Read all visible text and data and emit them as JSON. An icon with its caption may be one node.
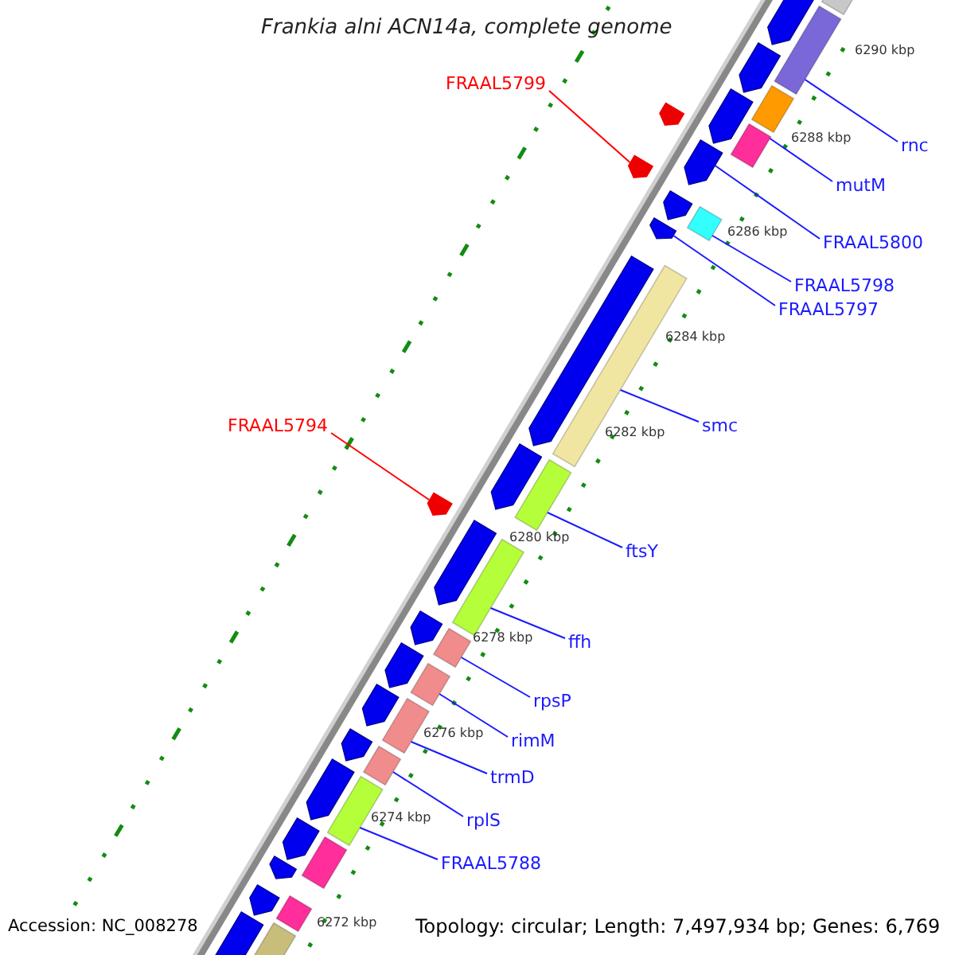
{
  "diagram": {
    "title": "Frankia alni ACN14a, complete genome",
    "nodes": [
      {
        "text": [
          "FRAAL5799"
        ]
      },
      {
        "text": [
          "rnc"
        ]
      },
      {
        "text": [
          "mutM"
        ]
      },
      {
        "text": [
          "FRAAL5800"
        ]
      },
      {
        "text": [
          "FRAAL5798"
        ]
      },
      {
        "text": [
          "FRAAL5797"
        ]
      },
      {
        "text": [
          "smc"
        ]
      },
      {
        "text": [
          "FRAAL5794"
        ]
      },
      {
        "text": [
          "ftsY"
        ]
      },
      {
        "text": [
          "ffh"
        ]
      },
      {
        "text": [
          "rpsP"
        ]
      },
      {
        "text": [
          "rimM"
        ]
      },
      {
        "text": [
          "trmD"
        ]
      },
      {
        "text": [
          "rplS"
        ]
      },
      {
        "text": [
          "FRAAL5788"
        ]
      },
      {
        "text": [],
        "shape": "bar"
      },
      {
        "text": [],
        "shape": "pentagon"
      },
      {
        "text": [],
        "shape": "bar"
      },
      {
        "text": [],
        "shape": "pentagon"
      },
      {
        "text": [],
        "shape": "bar"
      },
      {
        "text": [],
        "shape": "pentagon"
      },
      {
        "text": [],
        "shape": "pentagon"
      },
      {
        "text": [],
        "shape": "bar"
      },
      {
        "text": [],
        "shape": "pentagon"
      },
      {
        "text": [],
        "shape": "pentagon"
      },
      {
        "text": [],
        "shape": "pentagon"
      },
      {
        "text": [],
        "shape": "bar"
      },
      {
        "text": [],
        "shape": "pentagon"
      },
      {
        "text": [],
        "shape": "pentagon"
      },
      {
        "text": [],
        "shape": "bar"
      },
      {
        "text": [],
        "shape": "pentagon"
      },
      {
        "text": [],
        "shape": "bar"
      },
      {
        "text": [],
        "shape": "pentagon"
      },
      {
        "text": [],
        "shape": "pentagon"
      },
      {
        "text": [],
        "shape": "bar"
      },
      {
        "text": [],
        "shape": "pentagon"
      },
      {
        "text": [],
        "shape": "bar"
      },
      {
        "text": [],
        "shape": "pentagon"
      },
      {
        "text": [],
        "shape": "bar"
      },
      {
        "text": [],
        "shape": "pentagon"
      },
      {
        "text": [],
        "shape": "bar"
      },
      {
        "text": [],
        "shape": "pentagon"
      },
      {
        "text": [],
        "shape": "bar"
      },
      {
        "text": [],
        "shape": "pentagon"
      },
      {
        "text": [],
        "shape": "bar"
      },
      {
        "text": [],
        "shape": "pentagon"
      },
      {
        "text": [],
        "shape": "bar"
      },
      {
        "text": [],
        "shape": "pentagon"
      },
      {
        "text": [],
        "shape": "pentagon"
      },
      {
        "text": [],
        "shape": "bar"
      },
      {
        "text": [],
        "shape": "pentagon"
      },
      {
        "text": [],
        "shape": "bar"
      }
    ],
    "edges": [
      {
        "from": 0,
        "to": 24,
        "arrow": "none",
        "color": "#ff0000"
      },
      {
        "from": 1,
        "to": 17,
        "arrow": "none"
      },
      {
        "from": 2,
        "to": 22,
        "arrow": "none"
      },
      {
        "from": 3,
        "to": 23,
        "arrow": "none"
      },
      {
        "from": 4,
        "to": 26,
        "arrow": "none"
      },
      {
        "from": 5,
        "to": 27,
        "arrow": "none"
      },
      {
        "from": 6,
        "to": 29,
        "arrow": "none"
      },
      {
        "from": 7,
        "to": 32,
        "arrow": "none",
        "color": "#ff0000"
      },
      {
        "from": 8,
        "to": 31,
        "arrow": "none"
      },
      {
        "from": 9,
        "to": 34,
        "arrow": "none"
      },
      {
        "from": 10,
        "to": 36,
        "arrow": "none"
      },
      {
        "from": 11,
        "to": 38,
        "arrow": "none"
      },
      {
        "from": 12,
        "to": 40,
        "arrow": "none"
      },
      {
        "from": 13,
        "to": 42,
        "arrow": "none"
      },
      {
        "from": 14,
        "to": 44,
        "arrow": "none"
      }
    ],
    "labels": [
      "6290 kbp",
      "6288 kbp",
      "6286 kbp",
      "6284 kbp",
      "6282 kbp",
      "6280 kbp",
      "6278 kbp",
      "6276 kbp",
      "6274 kbp",
      "6272 kbp",
      "Accession: NC_008278",
      "Topology: circular; Length: 7,497,934 bp; Genes: 6,769"
    ]
  }
}
